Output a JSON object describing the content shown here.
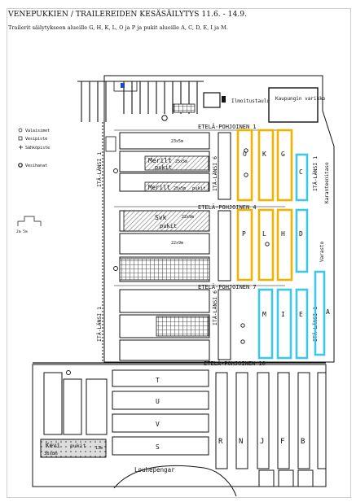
{
  "title": "VENEPUKKIEN / TRAILEREIDEN KESÄSÄILYTYS 11.6. - 14.9.",
  "subtitle": "Trailerit säilytykseen alueille G, H, K, L, O ja P ja pukit alueille A, C, D, E, I ja M.",
  "legend": {
    "items": [
      {
        "icon": "circle-icon",
        "label": "Valaisimet"
      },
      {
        "icon": "square-icon",
        "label": "Vesipiste"
      },
      {
        "icon": "cross-icon",
        "label": "Sähköpiste"
      },
      {
        "icon": "ring-icon",
        "label": "Vesihanat"
      }
    ],
    "scale_label": "2m    5m"
  },
  "buildings": {
    "office": "Ilmoitustaulu",
    "city_warehouse": "Kaupungin varikko"
  },
  "streets": {
    "north_1": "ETELÄ-POHJOINEN 1",
    "north_4": "ETELÄ-POHJOINEN 4",
    "north_7": "ETELÄ-POHJOINEN 7",
    "north_10": "ETELÄ-POHJOINEN 10",
    "west_1": "ITÄ-LÄNSI 1",
    "west_6a": "ITÄ-LÄNSI 6",
    "west_6b": "ITÄ-LÄNSI 6",
    "east_1a": "ITÄ-LÄNSI 1",
    "east_1b": "ITÄ-LÄNSI 1",
    "karanteeni": "Karanteenitaso",
    "varasto": "Varasto",
    "louhepengar": "Louhepengar"
  },
  "lots": {
    "merit1": "Merilt",
    "merit1_size": "25x5m",
    "merit1_sub": "pukit",
    "merit2": "Merilt",
    "merit2_size": "25x5m",
    "merit2_sub": "pukit",
    "svk": "Svk",
    "svk_size": "22x9m",
    "svk_sub": "pukit",
    "kevi": "Kevi",
    "kevi_sub": "pukit",
    "kevi_size": "36x8m",
    "kevi_size2": "13m",
    "dim_a": "23x5m",
    "dim_b": "22x9m"
  },
  "areas": {
    "O": "O",
    "K": "K",
    "G": "G",
    "C": "C",
    "P": "P",
    "L": "L",
    "H": "H",
    "D": "D",
    "M": "M",
    "I": "I",
    "E": "E",
    "A": "A",
    "B": "B",
    "F": "F",
    "J": "J",
    "N": "N",
    "R": "R",
    "T": "T",
    "U": "U",
    "V": "V",
    "S": "S"
  },
  "colors": {
    "trailer_area": "#f0b400",
    "pukki_area": "#3cc8e8",
    "line": "#111111",
    "hatch": "#999999"
  }
}
